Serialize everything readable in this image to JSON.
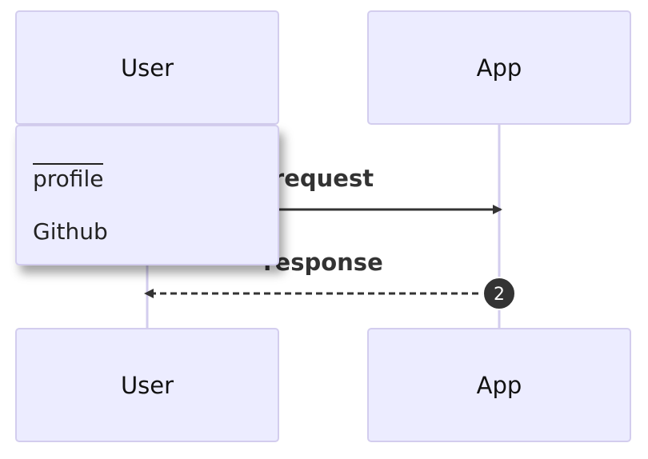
{
  "participants": {
    "top_left": "User",
    "top_right": "App",
    "bottom_left": "User",
    "bottom_right": "App"
  },
  "messages": [
    {
      "label": "request",
      "style": "solid"
    },
    {
      "label": "response",
      "style": "dashed",
      "sequence_number": "2"
    }
  ],
  "popup_menu": {
    "links": [
      "profile",
      "Github"
    ]
  },
  "colors": {
    "actor_fill": "#ececff",
    "actor_border": "#d3cdee",
    "lifeline": "#d3cdee",
    "arrow": "#333333",
    "badge": "#333333"
  }
}
